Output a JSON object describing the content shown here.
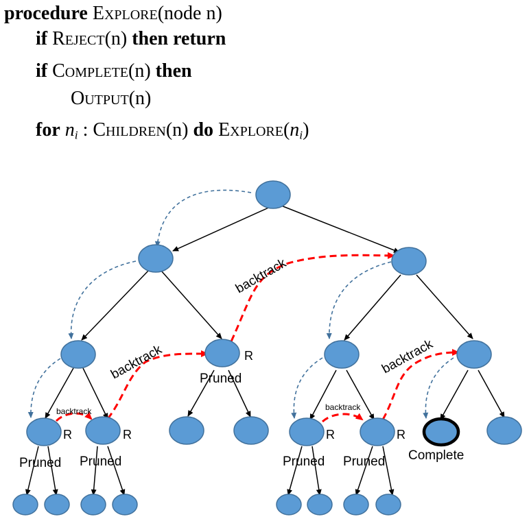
{
  "code": {
    "l1": {
      "kw": "procedure",
      "name": "Explore",
      "args": "(node n)"
    },
    "l2": {
      "kw1": "if",
      "name": "Reject",
      "args": "(n)",
      "kw2": "then return"
    },
    "l3": {
      "kw1": "if",
      "name": "Complete",
      "args": "(n)",
      "kw2": "then"
    },
    "l4": {
      "name": "Output",
      "args": "(n)"
    },
    "l5": {
      "kw1": "for",
      "var": "n",
      "sub": "i",
      "colon": " : ",
      "name": "Children",
      "args": "(n)",
      "kw2": "do",
      "name2": "Explore",
      "var2": "n",
      "sub2": "i"
    }
  },
  "tree": {
    "labels": {
      "reject": "R",
      "pruned": "Pruned",
      "complete": "Complete",
      "backtrack": "backtrack"
    },
    "colors": {
      "node_fill": "#5b9bd5",
      "node_stroke": "#41719c",
      "edge": "#000000",
      "traversal_arrow": "#41719c",
      "backtrack_arrow": "#ff0000"
    }
  }
}
